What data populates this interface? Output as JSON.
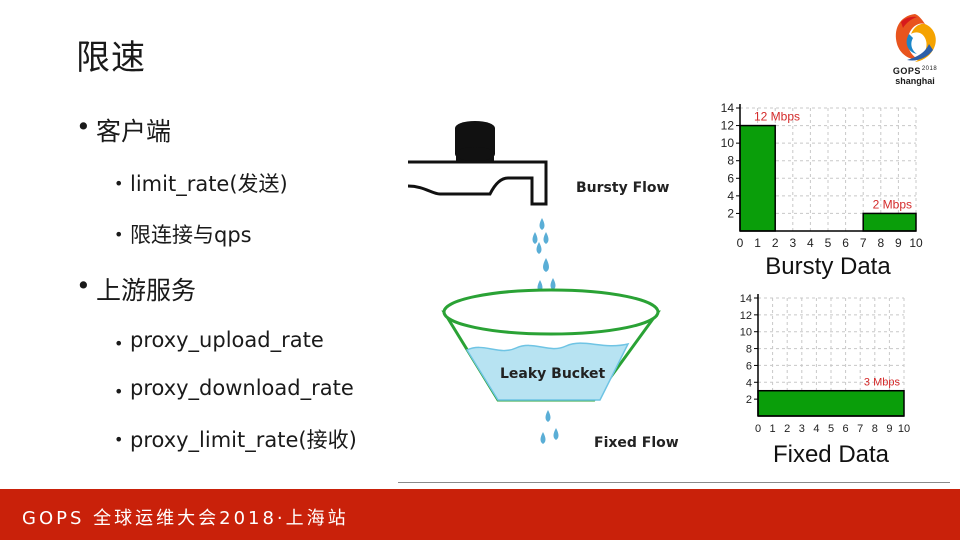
{
  "slide": {
    "title": "限速",
    "bullets": [
      {
        "level": 1,
        "text": "客户端"
      },
      {
        "level": 2,
        "text": "limit_rate(发送)"
      },
      {
        "level": 2,
        "text": "限连接与qps"
      },
      {
        "level": 1,
        "text": "上游服务"
      },
      {
        "level": 2,
        "text": "proxy_upload_rate"
      },
      {
        "level": 2,
        "text": "proxy_download_rate"
      },
      {
        "level": 2,
        "text": "proxy_limit_rate(接收)"
      }
    ]
  },
  "logo": {
    "brand": "GOPS",
    "year": "2018",
    "city": "shanghai"
  },
  "diagram": {
    "bursty_label": "Bursty Flow",
    "bucket_label": "Leaky Bucket",
    "fixed_label": "Fixed Flow",
    "colors": {
      "water": "#b7e3f2",
      "drop": "#5aaed6",
      "bucket_stroke": "#2aa235",
      "tap": "#111111"
    }
  },
  "chart_data": [
    {
      "type": "bar",
      "title": "Bursty Data",
      "xlim": [
        0,
        10
      ],
      "ylim": [
        0,
        14
      ],
      "xticks": [
        0,
        1,
        2,
        3,
        4,
        5,
        6,
        7,
        8,
        9,
        10
      ],
      "yticks": [
        2,
        4,
        6,
        8,
        10,
        12,
        14
      ],
      "grid": true,
      "color": "#0a9e0a",
      "bars": [
        {
          "x0": 0,
          "x1": 2,
          "value": 12,
          "label": "12 Mbps"
        },
        {
          "x0": 7,
          "x1": 10,
          "value": 2,
          "label": "2 Mbps"
        }
      ]
    },
    {
      "type": "bar",
      "title": "Fixed Data",
      "xlim": [
        0,
        10
      ],
      "ylim": [
        0,
        14
      ],
      "xticks": [
        0,
        1,
        2,
        3,
        4,
        5,
        6,
        7,
        8,
        9,
        10
      ],
      "yticks": [
        2,
        4,
        6,
        8,
        10,
        12,
        14
      ],
      "grid": true,
      "color": "#0a9e0a",
      "bars": [
        {
          "x0": 0,
          "x1": 10,
          "value": 3,
          "label": "3 Mbps"
        }
      ]
    }
  ],
  "footer": {
    "text": "GOPS 全球运维大会2018·上海站"
  }
}
